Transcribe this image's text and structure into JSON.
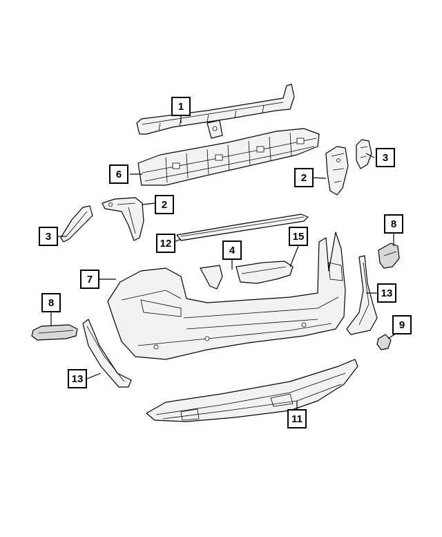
{
  "callouts": {
    "c1": "1",
    "c2a": "2",
    "c2b": "2",
    "c3a": "3",
    "c3b": "3",
    "c4": "4",
    "c6": "6",
    "c7": "7",
    "c8a": "8",
    "c8b": "8",
    "c9": "9",
    "c11": "11",
    "c12": "12",
    "c13a": "13",
    "c13b": "13",
    "c15": "15"
  },
  "colors": {
    "line": "#000000",
    "fill": "#f2f2f2",
    "background": "#ffffff"
  }
}
